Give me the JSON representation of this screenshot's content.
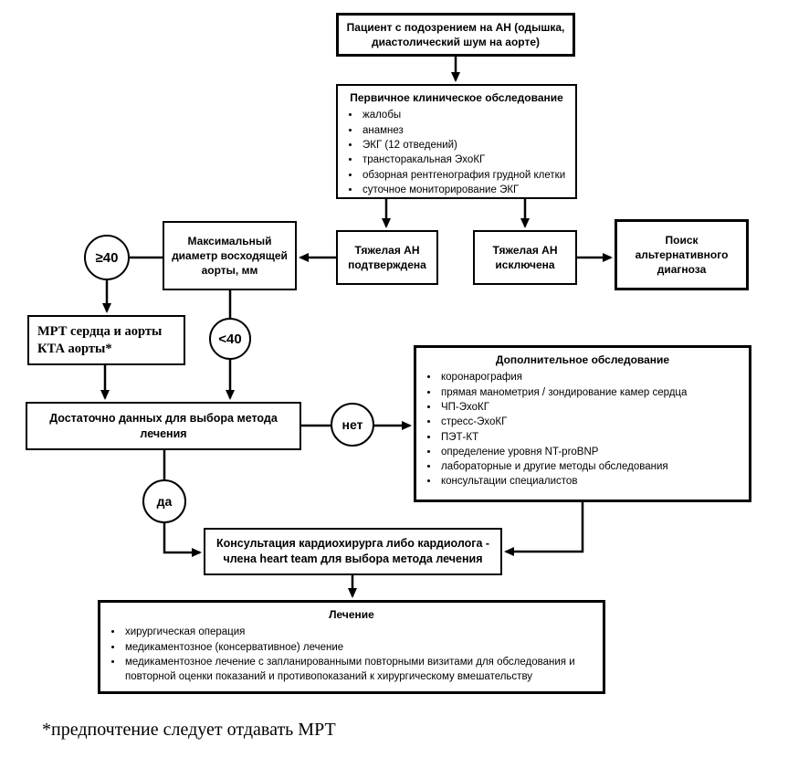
{
  "colors": {
    "ink": "#000000",
    "paper": "#ffffff"
  },
  "diagram": {
    "nodes": {
      "patient": {
        "text": "Пациент с подозрением на АН (одышка, диастолический шум на аорте)"
      },
      "primary_exam": {
        "title": "Первичное клиническое обследование",
        "items": [
          "жалобы",
          "анамнез",
          "ЭКГ (12 отведений)",
          "трансторакальная ЭхоКГ",
          "обзорная рентгенография грудной клетки",
          "суточное мониторирование ЭКГ"
        ]
      },
      "confirmed": {
        "text": "Тяжелая АН подтверждена"
      },
      "excluded": {
        "text": "Тяжелая АН исключена"
      },
      "alt_diagnosis": {
        "text": "Поиск альтернативного диагноза"
      },
      "diameter": {
        "text": "Максимальный диаметр восходящей аорты, мм"
      },
      "ge40": {
        "text": "≥40"
      },
      "lt40": {
        "text": "<40"
      },
      "mrt": {
        "line1": "МРТ сердца и аорты",
        "line2": "КТА аорты*"
      },
      "enough_data": {
        "text": "Достаточно данных для выбора метода лечения"
      },
      "no_label": {
        "text": "нет"
      },
      "yes_label": {
        "text": "да"
      },
      "additional_exam": {
        "title": "Дополнительное обследование",
        "items": [
          "коронарография",
          "прямая манометрия / зондирование камер сердца",
          "ЧП-ЭхоКГ",
          "стресс-ЭхоКГ",
          "ПЭТ-КТ",
          "определение уровня NT-proBNP",
          "лабораторные и другие методы обследования",
          "консультации специалистов"
        ]
      },
      "consult": {
        "text": "Консультация кардиохирурга либо кардиолога - члена heart team для выбора метода лечения"
      },
      "treatment": {
        "title": "Лечение",
        "items": [
          "хирургическая операция",
          "медикаментозное (консервативное) лечение",
          "медикаментозное лечение с запланированными повторными визитами для обследования и повторной оценки показаний и противопоказаний к хирургическому вмешательству"
        ]
      },
      "footnote": {
        "text": "*предпочтение следует отдавать МРТ"
      }
    }
  }
}
